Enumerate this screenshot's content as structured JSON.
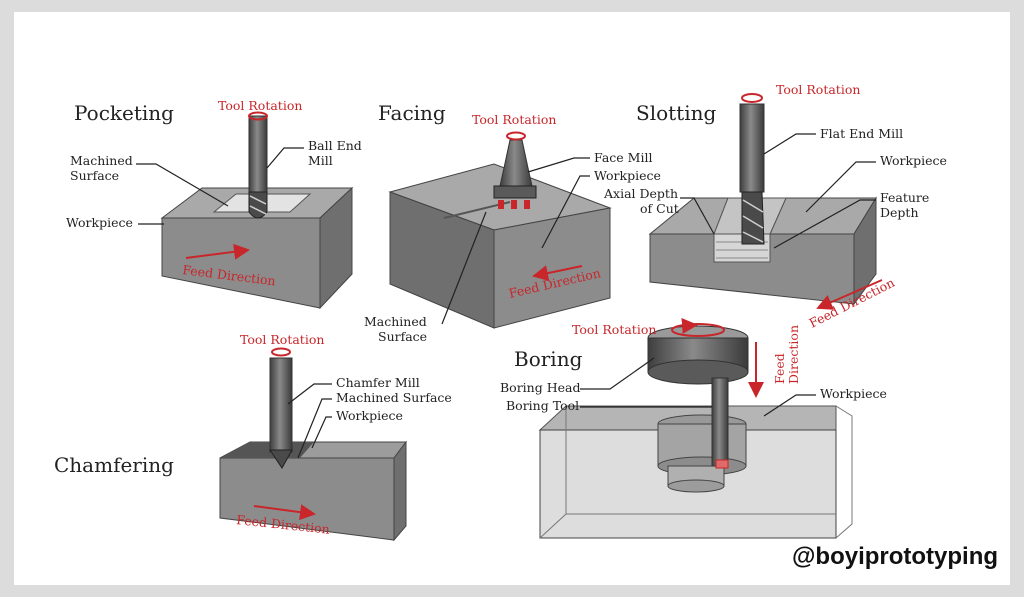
{
  "colors": {
    "accent_red": "#c8262a",
    "top_face": "#a9a9a9",
    "front_face": "#8c8c8c",
    "side_face": "#6f6f6f",
    "tool": "#5a5a5a"
  },
  "pocketing": {
    "title": "Pocketing",
    "tool_rotation": "Tool Rotation",
    "tool_label_1": "Ball End",
    "tool_label_2": "Mill",
    "surface_label_1": "Machined",
    "surface_label_2": "Surface",
    "workpiece": "Workpiece",
    "feed": "Feed Direction"
  },
  "facing": {
    "title": "Facing",
    "tool_rotation": "Tool Rotation",
    "tool_label": "Face Mill",
    "workpiece": "Workpiece",
    "feed": "Feed Direction",
    "surface_label_1": "Machined",
    "surface_label_2": "Surface"
  },
  "slotting": {
    "title": "Slotting",
    "tool_rotation": "Tool Rotation",
    "tool_label": "Flat End Mill",
    "workpiece": "Workpiece",
    "axial_1": "Axial Depth",
    "axial_2": "of Cut",
    "feature_1": "Feature",
    "feature_2": "Depth",
    "feed": "Feed Direction"
  },
  "chamfering": {
    "title": "Chamfering",
    "tool_rotation": "Tool Rotation",
    "tool_label": "Chamfer Mill",
    "surface_label": "Machined Surface",
    "workpiece": "Workpiece",
    "feed": "Feed Direction"
  },
  "boring": {
    "title": "Boring",
    "tool_rotation": "Tool Rotation",
    "head_label": "Boring Head",
    "tool_label": "Boring Tool",
    "workpiece": "Workpiece",
    "feed_1": "Feed",
    "feed_2": "Direction"
  },
  "watermark": "@boyiprototyping"
}
